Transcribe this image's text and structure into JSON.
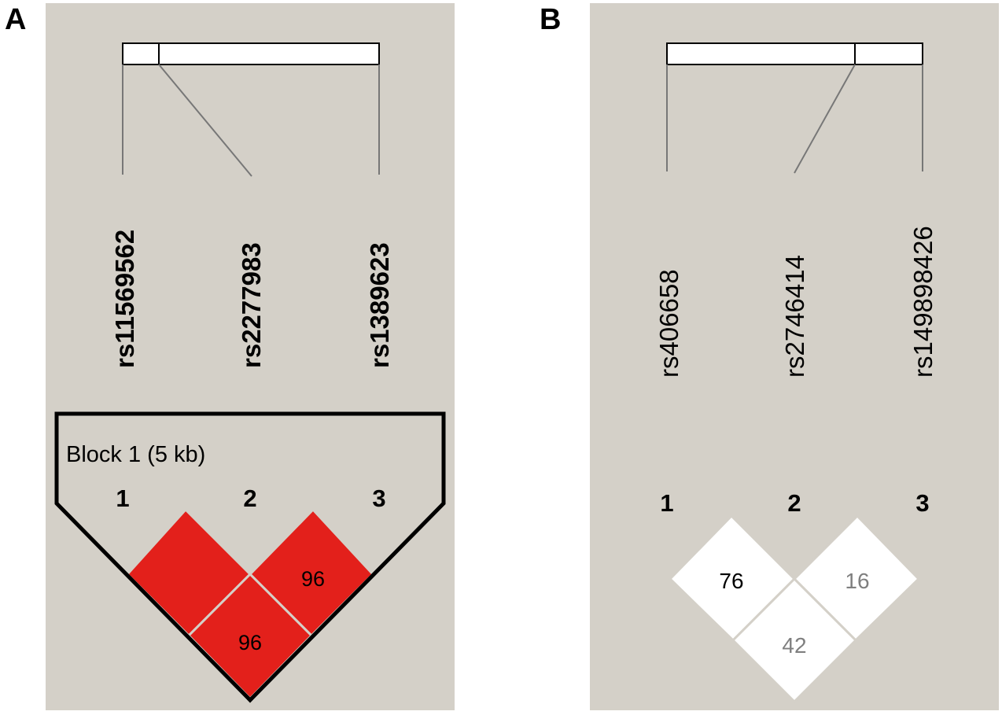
{
  "panels": [
    {
      "letter": "A",
      "snps": [
        "rs11569562",
        "rs2277983",
        "rs1389623"
      ],
      "snp_label_bold": true,
      "indices": [
        "1",
        "2",
        "3"
      ],
      "block_label": "Block 1 (5 kb)",
      "cells": [
        {
          "pair": "1-2",
          "value": "",
          "color": "#e3201b"
        },
        {
          "pair": "2-3",
          "value": "96",
          "color": "#e3201b"
        },
        {
          "pair": "1-3",
          "value": "96",
          "color": "#e3201b"
        }
      ]
    },
    {
      "letter": "B",
      "snps": [
        "rs406658",
        "rs2746414",
        "rs149898426"
      ],
      "snp_label_bold": false,
      "indices": [
        "1",
        "2",
        "3"
      ],
      "block_label": "",
      "cells": [
        {
          "pair": "1-2",
          "value": "76",
          "color": "#ffffff",
          "text_color": "#000000"
        },
        {
          "pair": "2-3",
          "value": "16",
          "color": "#ffffff",
          "text_color": "#7f7f7f"
        },
        {
          "pair": "1-3",
          "value": "42",
          "color": "#ffffff",
          "text_color": "#7f7f7f"
        }
      ]
    }
  ],
  "colors": {
    "panel_bg": "#d4d0c8",
    "ld_strong": "#e3201b",
    "ld_weak": "#ffffff"
  }
}
